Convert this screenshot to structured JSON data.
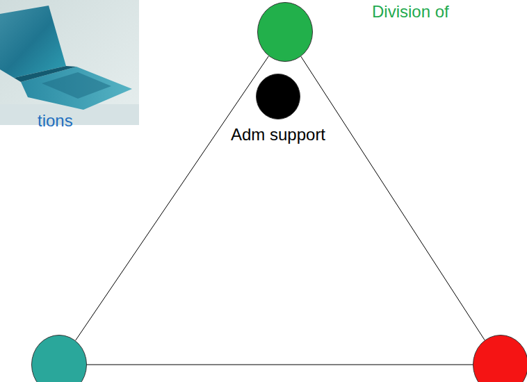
{
  "diagram": {
    "nodes": [
      {
        "text": [
          "Division of"
        ]
      },
      {
        "text": [
          "Adm support"
        ]
      },
      {
        "text": []
      },
      {
        "text": []
      }
    ],
    "edges": [
      {
        "from": 0,
        "to": 2,
        "arrow": "none"
      },
      {
        "from": 0,
        "to": 3,
        "arrow": "none"
      },
      {
        "from": 2,
        "to": 3,
        "arrow": "none"
      }
    ],
    "labels": [
      "tions"
    ]
  }
}
